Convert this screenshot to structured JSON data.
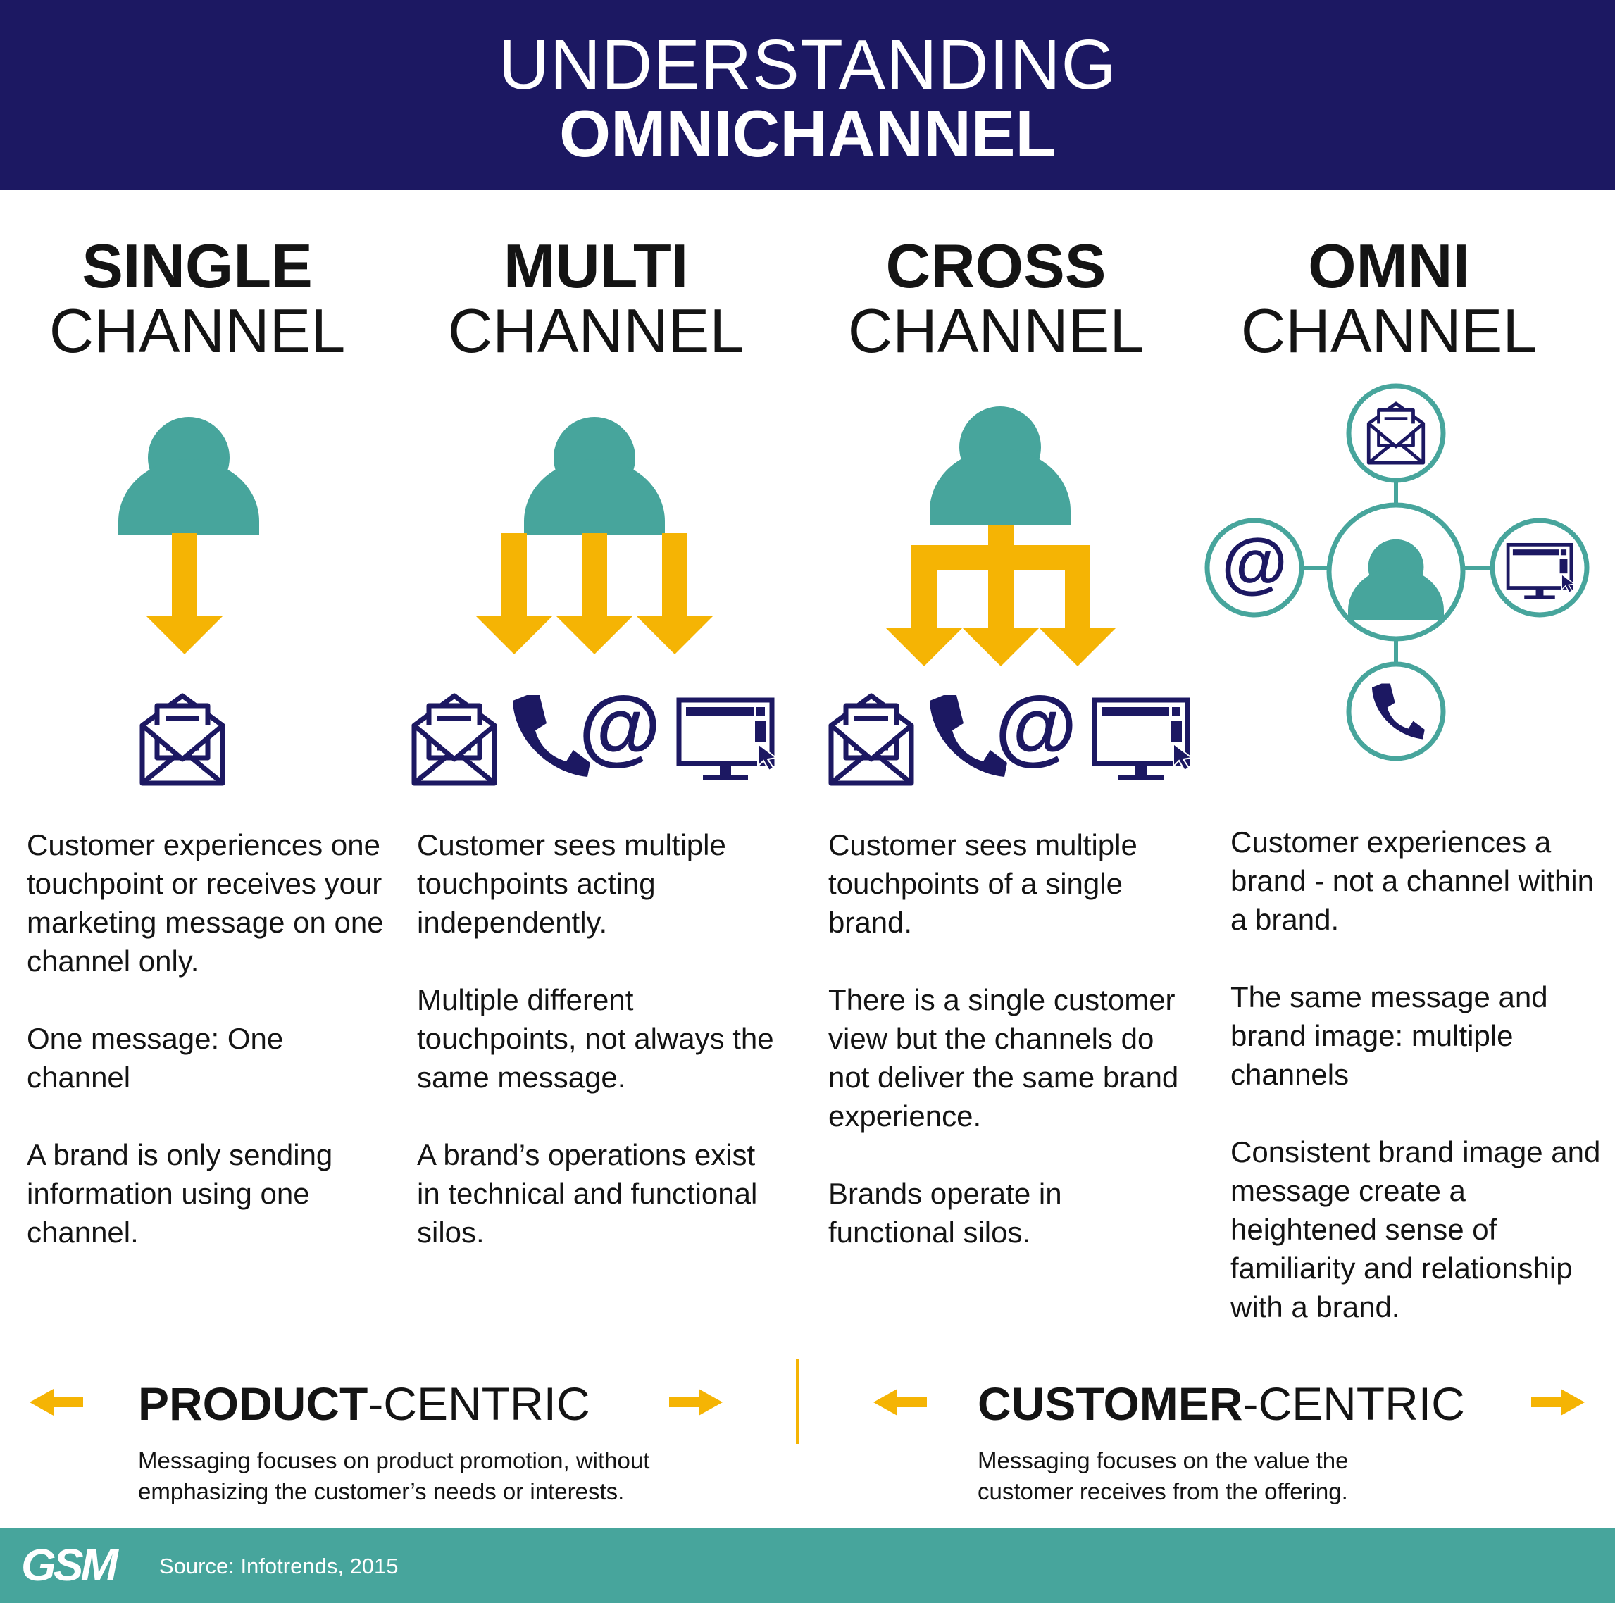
{
  "header": {
    "title_line1": "UNDERSTANDING",
    "title_line2": "OMNICHANNEL"
  },
  "columns": [
    {
      "bold": "SINGLE",
      "light": "CHANNEL",
      "paragraphs": [
        "Customer experiences one touchpoint or receives your marketing message on one channel only.",
        "One message: One channel",
        "A brand is only sending information using one channel."
      ]
    },
    {
      "bold": "MULTI",
      "light": "CHANNEL",
      "paragraphs": [
        "Customer sees multiple touchpoints acting independently.",
        "Multiple different touchpoints, not always the same message.",
        "A brand’s operations exist in technical and functional silos."
      ]
    },
    {
      "bold": "CROSS",
      "light": "CHANNEL",
      "paragraphs": [
        "Customer sees multiple touchpoints of a single brand.",
        "There is a single customer view but the channels do not deliver the same brand experience.",
        "Brands operate in functional silos."
      ]
    },
    {
      "bold": "OMNI",
      "light": "CHANNEL",
      "paragraphs": [
        "Customer experiences a brand - not a channel within a brand.",
        "The same message and brand image: multiple channels",
        "Consistent brand image and message create a heightened sense of familiarity and relationship with a brand."
      ]
    }
  ],
  "centric": [
    {
      "bold": "PRODUCT",
      "rest": "-CENTRIC",
      "line1": "Messaging focuses on product promotion, without",
      "line2": "emphasizing the customer’s needs or interests."
    },
    {
      "bold": "CUSTOMER",
      "rest": "-CENTRIC",
      "line1": "Messaging focuses on the value the",
      "line2": "customer receives from the offering."
    }
  ],
  "footer": {
    "logo": "GSM",
    "source": "Source: Infotrends, 2015"
  },
  "colors": {
    "navy": "#1c1862",
    "teal": "#47a59c",
    "yellow": "#f5b404",
    "text": "#141414"
  },
  "icons": [
    "person-icon",
    "arrow-down-icon",
    "envelope-icon",
    "phone-icon",
    "at-sign-icon",
    "computer-icon",
    "arrow-left-icon",
    "arrow-right-icon"
  ]
}
